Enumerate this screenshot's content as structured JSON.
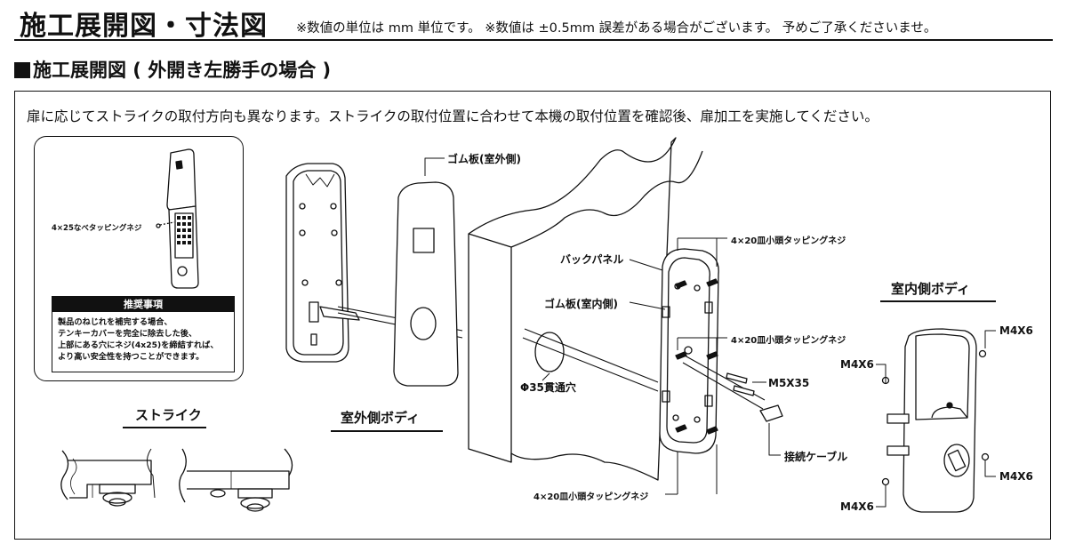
{
  "header": {
    "title": "施工展開図・寸法図",
    "note": "※数値の単位は mm 単位です。 ※数値は ±0.5mm 誤差がある場合がございます。 予めご了承くださいませ。"
  },
  "section": {
    "title": "施工展開図 ( 外開き左勝手の場合 )"
  },
  "instruction": "扉に応じてストライクの取付方向も異なります。ストライクの取付位置に合わせて本機の取付位置を確認後、扉加工を実施してください。",
  "inset": {
    "screw_label": "4×25なべタッピングネジ",
    "recommend": {
      "title": "推奨事項",
      "lines": [
        "製品のねじれを補完する場合、",
        "テンキーカバーを完全に除去した後、",
        "上部にある穴にネジ(4x25)を締結すれば、",
        "より高い安全性を持つことができます。"
      ]
    }
  },
  "captions": {
    "strike": "ストライク",
    "outdoor_body": "室外側ボディ",
    "indoor_body": "室内側ボディ"
  },
  "labels": {
    "rubber_outdoor": "ゴム板(室外側)",
    "back_panel": "バックパネル",
    "rubber_indoor": "ゴム板(室内側)",
    "hole": "Φ35貫通穴",
    "screw_top": "4×20皿小頭タッピングネジ",
    "screw_mid": "4×20皿小頭タッピングネジ",
    "screw_bottom": "4×20皿小頭タッピングネジ",
    "m5x35": "M5X35",
    "cable": "接続ケーブル",
    "m4_tr": "M4X6",
    "m4_tl": "M4X6",
    "m4_br": "M4X6",
    "m4_bl": "M4X6"
  }
}
